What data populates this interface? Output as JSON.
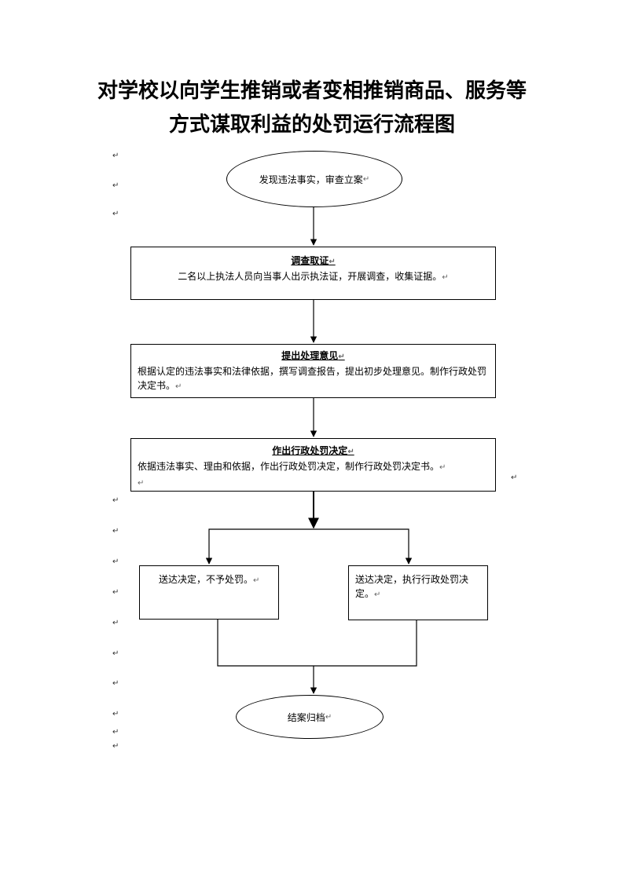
{
  "title": {
    "line1": "对学校以向学生推销或者变相推销商品、服务等",
    "line2": "方式谋取利益的处罚运行流程图"
  },
  "paragraph_mark": "↵",
  "nodes": {
    "start": "发现违法事实，审查立案",
    "investigate": {
      "heading": "调查取证",
      "body": "二名以上执法人员向当事人出示执法证，开展调查，收集证据。"
    },
    "opinion": {
      "heading": "提出处理意见",
      "body": "根据认定的违法事实和法律依据，撰写调查报告，提出初步处理意见。制作行政处罚决定书。"
    },
    "decision": {
      "heading": "作出行政处罚决定",
      "body": "依据违法事实、理由和依据，作出行政处罚决定，制作行政处罚决定书。"
    },
    "no_penalty": "送达决定，不予处罚。",
    "execute": "送达决定，执行行政处罚决定。",
    "end": "结案归档"
  }
}
